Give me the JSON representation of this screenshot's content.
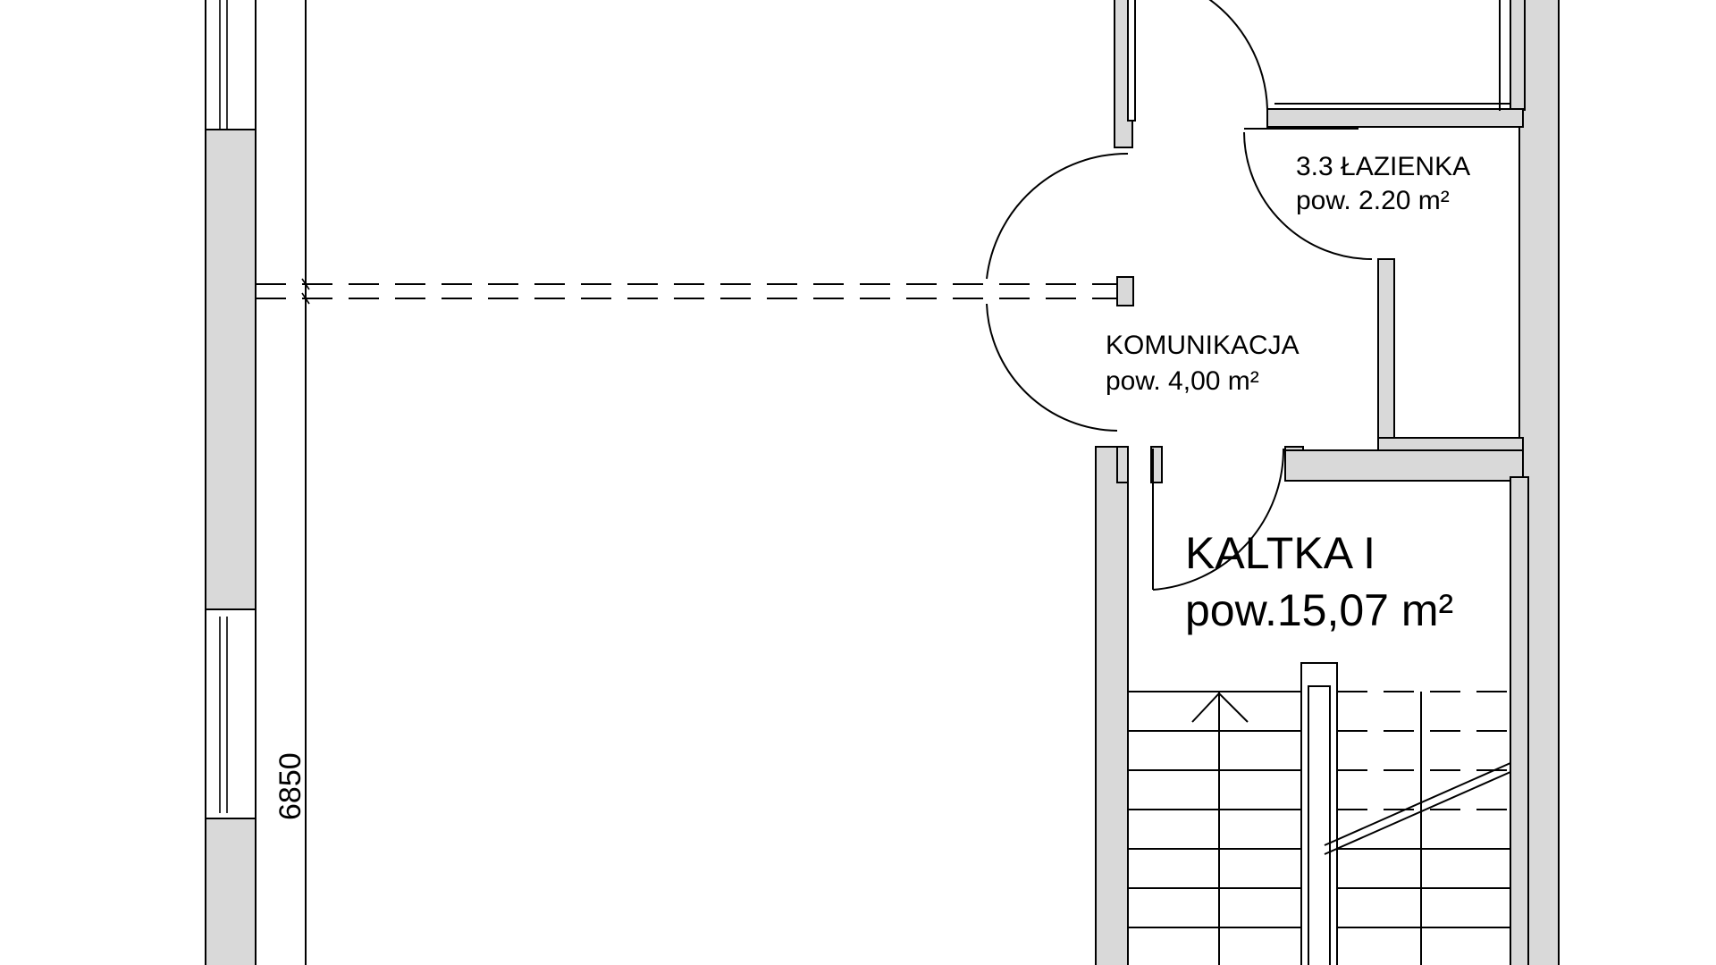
{
  "rooms": {
    "lazienka": {
      "name": "3.3 ŁAZIENKA",
      "area": "pow. 2.20 m²"
    },
    "komunikacja": {
      "name": "KOMUNIKACJA",
      "area": "pow. 4,00 m²"
    },
    "kaltka": {
      "name": "KALTKA I",
      "area": "pow.15,07 m²"
    }
  },
  "dimensions": {
    "left_height": "6850"
  },
  "colors": {
    "wall_fill": "#d9d9d9",
    "line": "#000000",
    "background": "#ffffff"
  }
}
